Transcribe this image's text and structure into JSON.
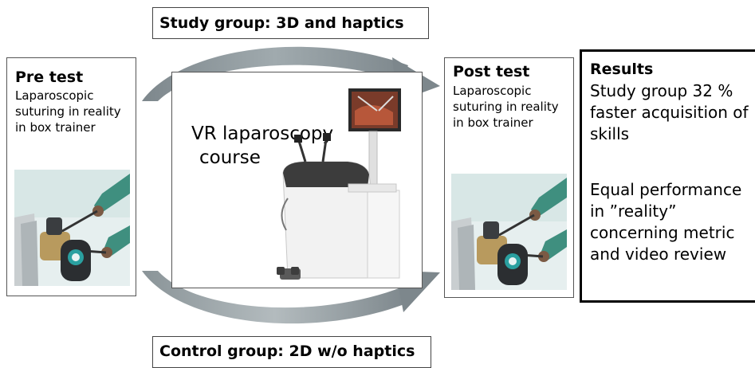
{
  "study_group_label": "Study group: 3D and haptics",
  "control_group_label": "Control group: 2D w/o haptics",
  "pre_test": {
    "title": "Pre test",
    "lines": [
      "Laparoscopic",
      "suturing in reality",
      "in box trainer"
    ]
  },
  "vr_course": {
    "lines": [
      "VR laparoscopy",
      "course"
    ]
  },
  "post_test": {
    "title": "Post test",
    "lines": [
      "Laparoscopic",
      "suturing in reality",
      "in box trainer"
    ]
  },
  "results": {
    "title": "Results",
    "para1": [
      "Study group 32 %",
      "faster acquisition of",
      "skills"
    ],
    "para2": [
      "Equal performance",
      "in ”reality”",
      "concerning metric",
      "and video review"
    ]
  },
  "colors": {
    "arrow": "#8a9498",
    "arrow_dark": "#6f7a7f",
    "box_border": "#555555",
    "results_border": "#000000"
  },
  "icons": {
    "pre_photo": "box-trainer-photo",
    "post_photo": "box-trainer-photo",
    "vr_photo": "vr-simulator-photo"
  }
}
